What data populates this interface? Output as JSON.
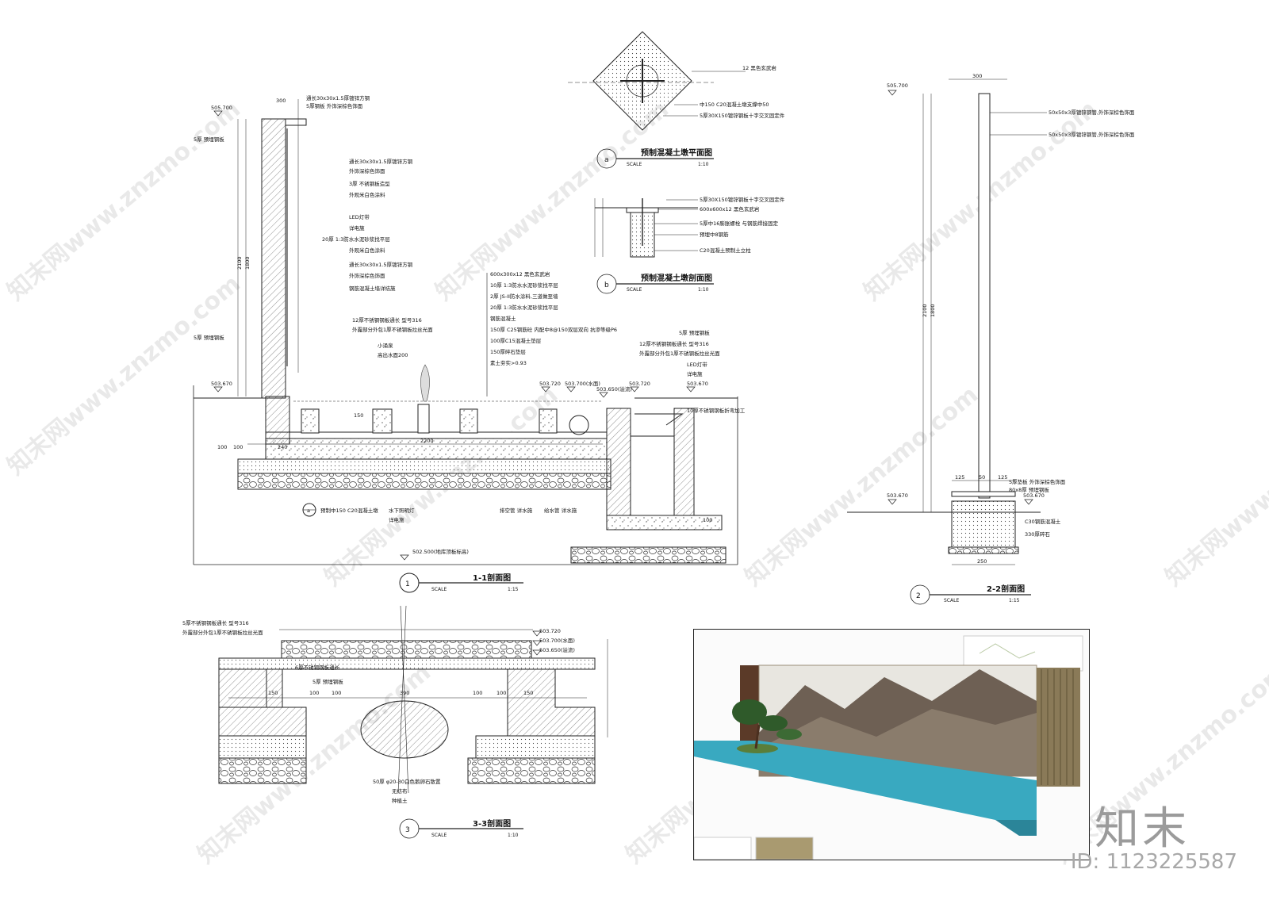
{
  "drawing": {
    "section_1": {
      "number": "1",
      "title": "1-1剖面图",
      "scale_word": "SCALE",
      "scale": "1:15"
    },
    "section_2": {
      "number": "2",
      "title": "2-2剖面图",
      "scale_word": "SCALE",
      "scale": "1:15"
    },
    "section_3": {
      "number": "3",
      "title": "3-3剖面图",
      "scale_word": "SCALE",
      "scale": "1:10"
    },
    "detail_a": {
      "number": "a",
      "title": "预制混凝土墩平面图",
      "scale_word": "SCALE",
      "scale": "1:10"
    },
    "detail_b": {
      "number": "b",
      "title": "预制混凝土墩剖面图",
      "scale_word": "SCALE",
      "scale": "1:10"
    }
  },
  "elevations": {
    "e1": "505.700",
    "e2": "503.670",
    "e3": "503.720",
    "e4": "503.700(水面)",
    "e5": "503.650(溢流)",
    "e6": "502.500(地库顶板标高)",
    "e7": "505.700",
    "e8": "503.670",
    "e9": "503.670"
  },
  "labels_1": [
    "通长30x30x1.5厚镀锌方钢",
    "5厚钢板  外饰深棕色饰面",
    "5厚 预埋钢板",
    "通长30x30x1.5厚镀锌方钢",
    "外饰深棕色饰面",
    "3厚 不锈钢板造型",
    "外观米白色涂料",
    "LED灯带",
    "详电施",
    "20厚 1:3防水水泥砂浆找平层",
    "外观米白色涂料",
    "通长30x30x1.5厚镀锌方钢",
    "外饰深棕色饰面",
    "钢筋混凝土墙详结施",
    "12厚不锈钢钢板通长 型号316",
    "外露部分外包1厚不锈钢板拉丝光面",
    "小涌泉",
    "高出水面200",
    "5厚 预埋钢板",
    "600x300x12 黑色玄武岩",
    "10厚 1:3防水水泥砂浆找平层",
    "2厚 JS-II防水涂料,三道做至墙",
    "20厚 1:3防水水泥砂浆找平层",
    "钢筋混凝土",
    "150厚 C25钢筋砼 内配中8@150双层双向 抗渗等级P6",
    "100厚C15混凝土垫层",
    "150厚碎石垫层",
    "素土夯实>0.93",
    "5厚 预埋钢板",
    "12厚不锈钢钢板通长 型号316",
    "外露部分外包1厚不锈钢板拉丝光面",
    "LED灯带",
    "详电施",
    "10厚不锈钢钢板折弯加工",
    "预制中150 C20混凝土墩",
    "水下照明灯",
    "详电施",
    "排空管 详水施",
    "给水管 详水施"
  ],
  "labels_a": [
    "12 黑色玄武岩",
    "中150 C20混凝土墩支撑中50",
    "5厚30X150镀锌钢板十字交叉固定件"
  ],
  "labels_b": [
    "5厚30X150镀锌钢板十字交叉固定件",
    "600x600x12 黑色玄武岩",
    "5厚中16膨胀螺栓 与钢筋焊接固定",
    "预埋中8钢筋",
    "C20混凝土预制土立柱"
  ],
  "labels_2": [
    "50x50x3厚镀锌钢管,外饰深棕色饰面",
    "50x50x3厚镀锌钢管,外饰深棕色饰面",
    "5厚垫板  外饰深棕色饰面",
    "80x8厚 预埋钢板",
    "C30钢筋混凝土",
    "330厚碎石"
  ],
  "labels_3": [
    "5厚不锈钢钢板通长 型号316",
    "外露部分外包1厚不锈钢板拉丝光面",
    "6厚不锈钢钢板通长",
    "5厚 预埋钢板",
    "50厚 φ20-30白色鹅卵石散置",
    "无纺布",
    "种植土"
  ],
  "dims": {
    "d300": "300",
    "d2100": "2100",
    "d1800": "1800",
    "d100": "100",
    "d125": "125",
    "d50": "50",
    "d250": "250",
    "d150": "150",
    "d390": "390",
    "d240": "240",
    "d2200": "2200"
  },
  "watermark": {
    "text": "知末网www.znzmo.com"
  },
  "brand": {
    "name": "知末",
    "id_label": "ID: 1123225587"
  },
  "colors": {
    "water": "#39a9c0",
    "wall_dark": "#5b3a28",
    "screen": "#e8e6e0",
    "mountain": "#6e6054",
    "slats": "#8a7a58",
    "tree": "#2f5a2a"
  }
}
